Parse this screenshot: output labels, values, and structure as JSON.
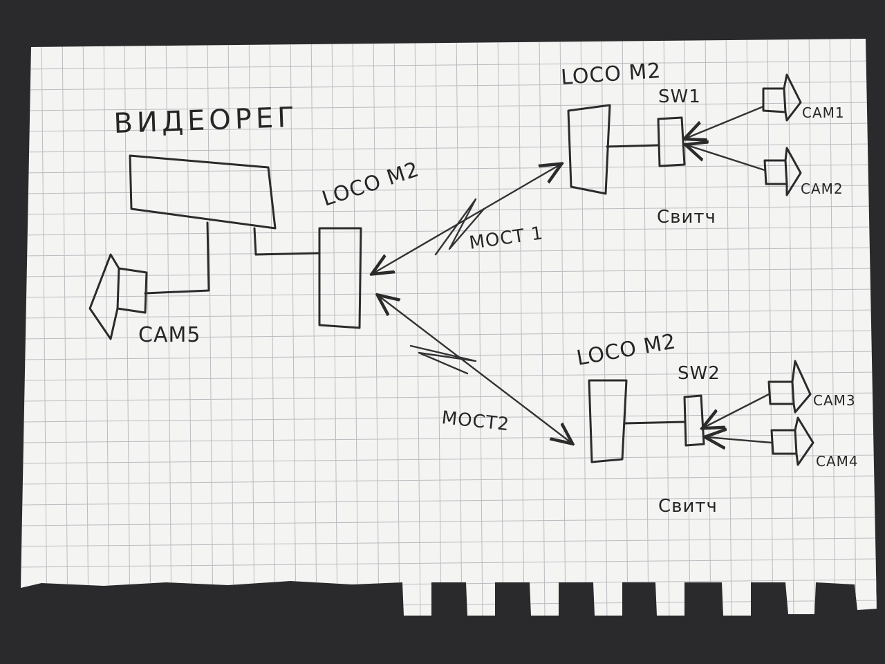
{
  "labels": {
    "recorder_title": "ВИДЕОРЕГ",
    "loco_main": "LOCO M2",
    "loco_top": "LOCO M2",
    "loco_bottom": "LOCO M2",
    "sw1": "SW1",
    "sw2": "SW2",
    "bridge1": "МОСТ 1",
    "bridge2": "МОСТ2",
    "switch_top": "Свитч",
    "switch_bottom": "Свитч",
    "cam1": "CAM1",
    "cam2": "CAM2",
    "cam3": "CAM3",
    "cam4": "CAM4",
    "cam5": "CAM5"
  },
  "colors": {
    "paper": "#f4f4f2",
    "grid": "#b9bcc0",
    "ink": "#2b2b2b",
    "background": "#2a2a2c"
  }
}
